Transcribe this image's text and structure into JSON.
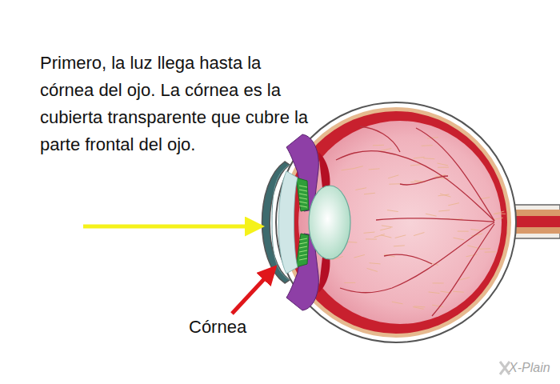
{
  "diagram": {
    "labels": [
      "Primero, la luz llega hasta la córnea del ojo. La córnea es la cubierta transparente que cubre la parte frontal del ojo.",
      "Córnea",
      "X-Plain"
    ]
  }
}
